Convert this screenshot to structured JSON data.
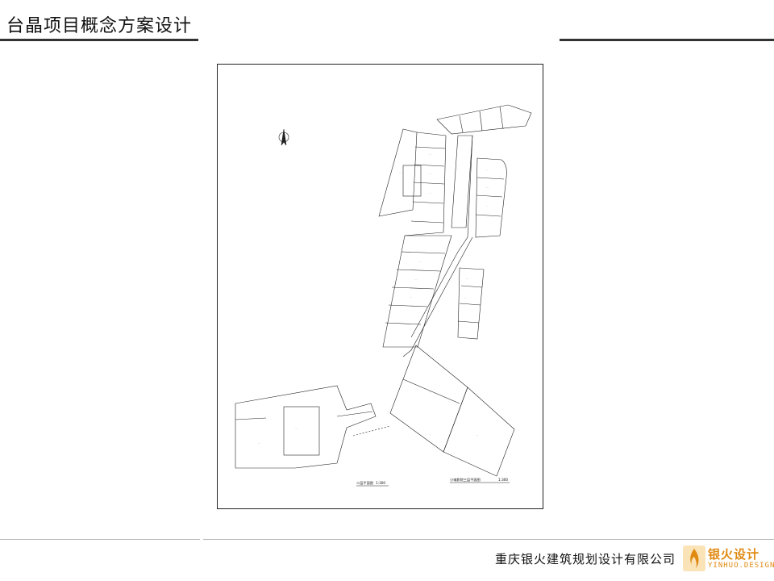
{
  "header": {
    "title": "台晶项目概念方案设计"
  },
  "drawing": {
    "north": "N",
    "plan_titles": [
      {
        "name": "二层平面图",
        "scale": "1:300"
      },
      {
        "name": "小电影院三层平面图",
        "scale": "1:300"
      }
    ]
  },
  "footer": {
    "company": "重庆银火建筑规划设计有限公司",
    "logo_cn": "银火设计",
    "logo_en": "YINHUO.DESIGN"
  },
  "colors": {
    "accent": "#e08a12",
    "rule": "#333333",
    "line": "#222222"
  }
}
